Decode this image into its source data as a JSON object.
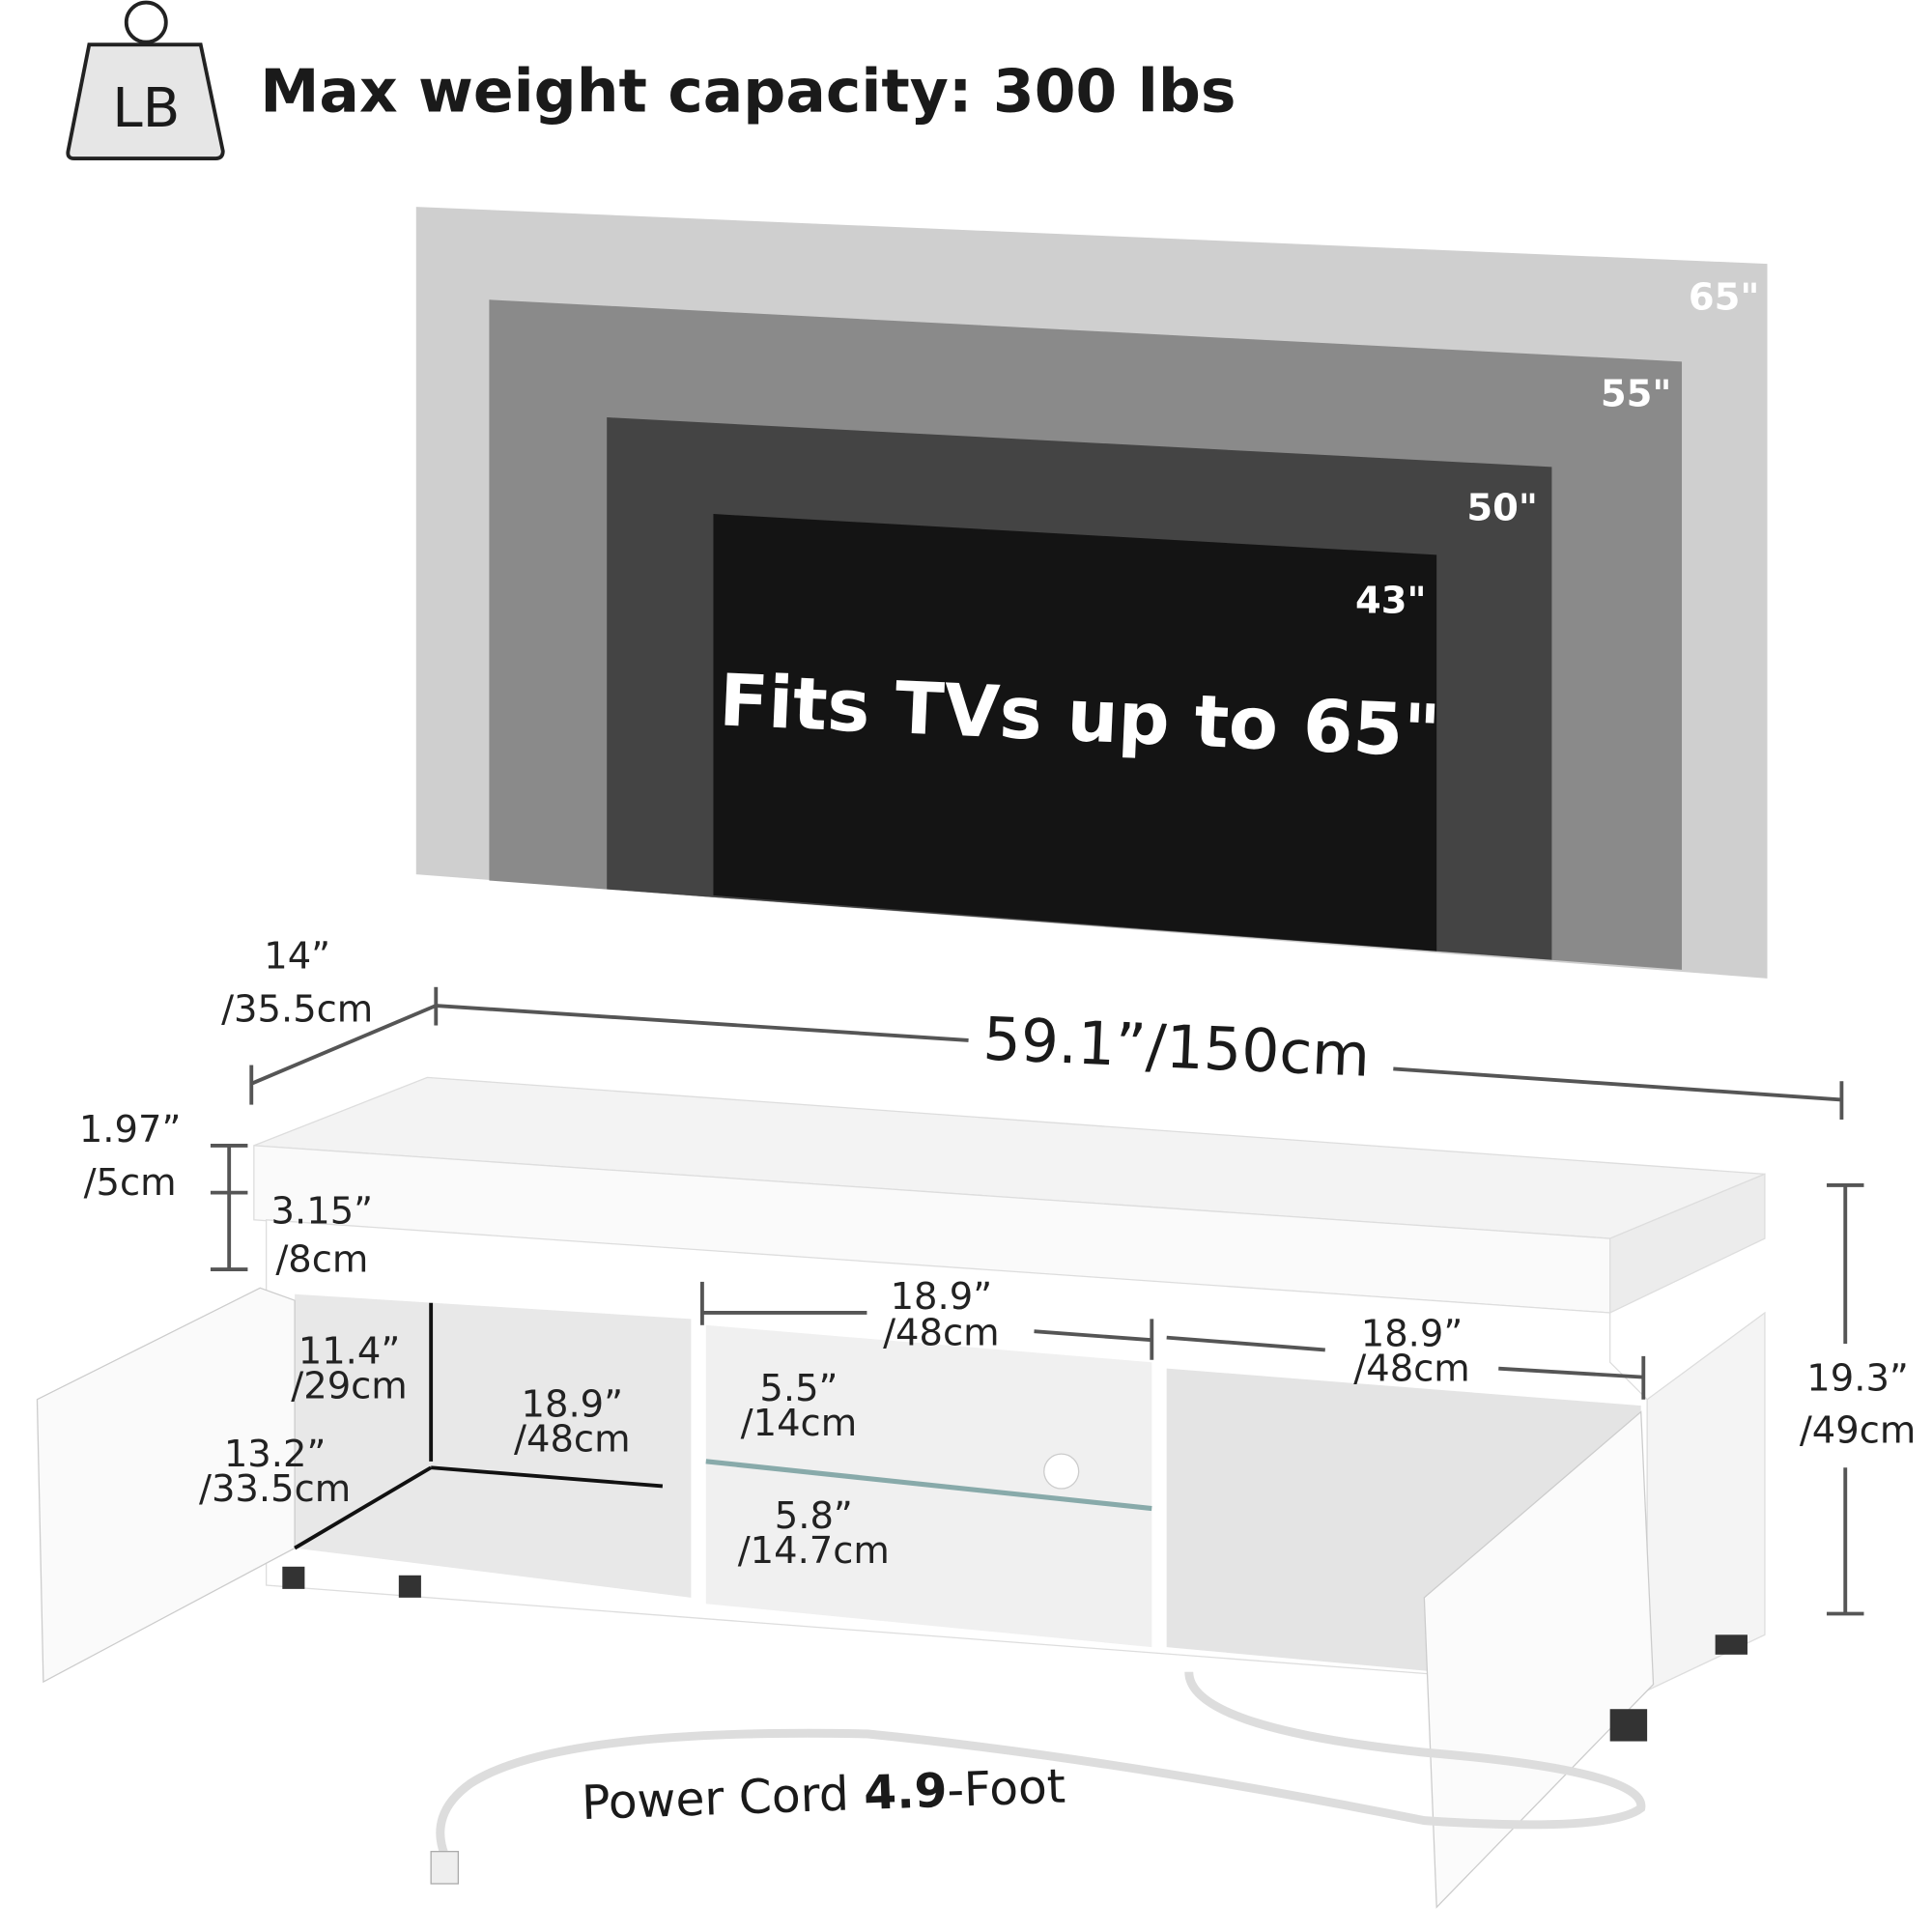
{
  "header": {
    "icon_text": "LB",
    "title": "Max weight capacity: 300 lbs"
  },
  "tv_sizes": [
    {
      "label": "65\"",
      "color": "#cfcfcf"
    },
    {
      "label": "55\"",
      "color": "#8a8a8a"
    },
    {
      "label": "50\"",
      "color": "#444444"
    },
    {
      "label": "43\"",
      "color": "#141414"
    }
  ],
  "tv_headline": "Fits TVs up to 65\"",
  "dimensions": {
    "depth": {
      "in": "14”",
      "cm": "/35.5cm"
    },
    "width": "59.1”/150cm",
    "top_thickness": {
      "in": "1.97”",
      "cm": "/5cm"
    },
    "led_gap": {
      "in": "3.15”",
      "cm": "/8cm"
    },
    "left_height": {
      "in": "11.4”",
      "cm": "/29cm"
    },
    "left_width": {
      "in": "18.9”",
      "cm": "/48cm"
    },
    "left_depth": {
      "in": "13.2”",
      "cm": "/33.5cm"
    },
    "middle_width": {
      "in": "18.9”",
      "cm": "/48cm"
    },
    "right_width": {
      "in": "18.9”",
      "cm": "/48cm"
    },
    "upper_shelf": {
      "in": "5.5”",
      "cm": "/14cm"
    },
    "lower_shelf": {
      "in": "5.8”",
      "cm": "/14.7cm"
    },
    "total_height": {
      "in": "19.3”",
      "cm": "/49cm"
    }
  },
  "power_cord": {
    "prefix": "Power Cord ",
    "length": "4.9",
    "suffix": "-Foot"
  }
}
